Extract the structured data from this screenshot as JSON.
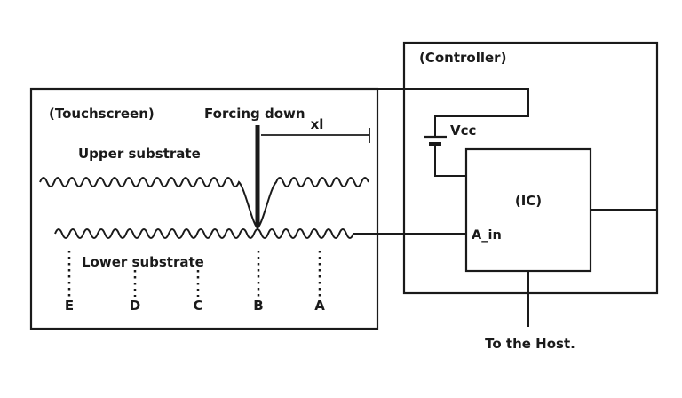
{
  "diagram": {
    "touchscreen": {
      "title": "(Touchscreen)",
      "forcing_down_label": "Forcing down",
      "distance_label": "xl",
      "upper_substrate_label": "Upper substrate",
      "lower_substrate_label": "Lower substrate",
      "electrodes": [
        "E",
        "D",
        "C",
        "B",
        "A"
      ]
    },
    "controller": {
      "title": "(Controller)",
      "vcc_label": "Vcc",
      "ic": {
        "title": "(IC)",
        "input_label": "A_in"
      },
      "host_label": "To the Host."
    },
    "colors": {
      "line": "#1a1a1a",
      "background": "#ffffff"
    }
  }
}
